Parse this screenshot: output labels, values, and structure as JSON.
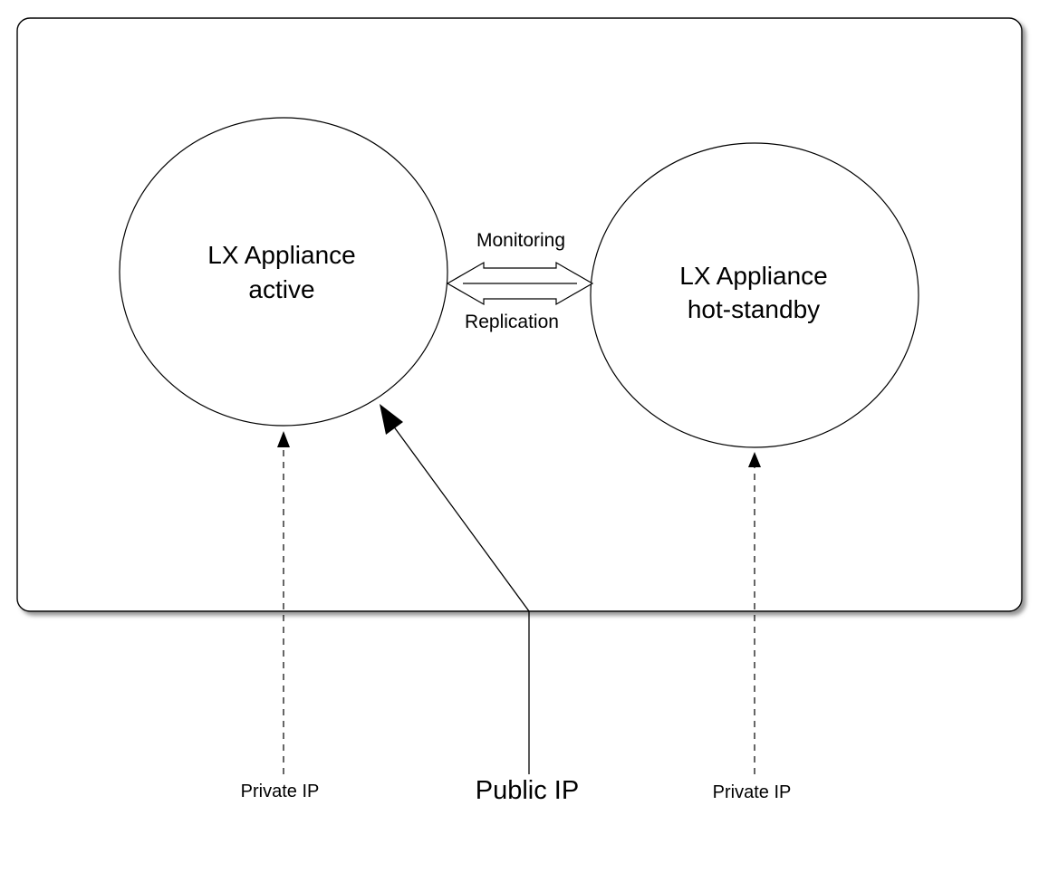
{
  "nodes": {
    "active": {
      "line1": "LX Appliance",
      "line2": "active"
    },
    "standby": {
      "line1": "LX Appliance",
      "line2": "hot-standby"
    }
  },
  "connection": {
    "top_label": "Monitoring",
    "bottom_label": "Replication"
  },
  "inputs": {
    "private_left": "Private IP",
    "public": "Public IP",
    "private_right": "Private IP"
  },
  "colors": {
    "stroke": "#000000",
    "shadow": "#8a8a8a",
    "background": "#ffffff"
  }
}
